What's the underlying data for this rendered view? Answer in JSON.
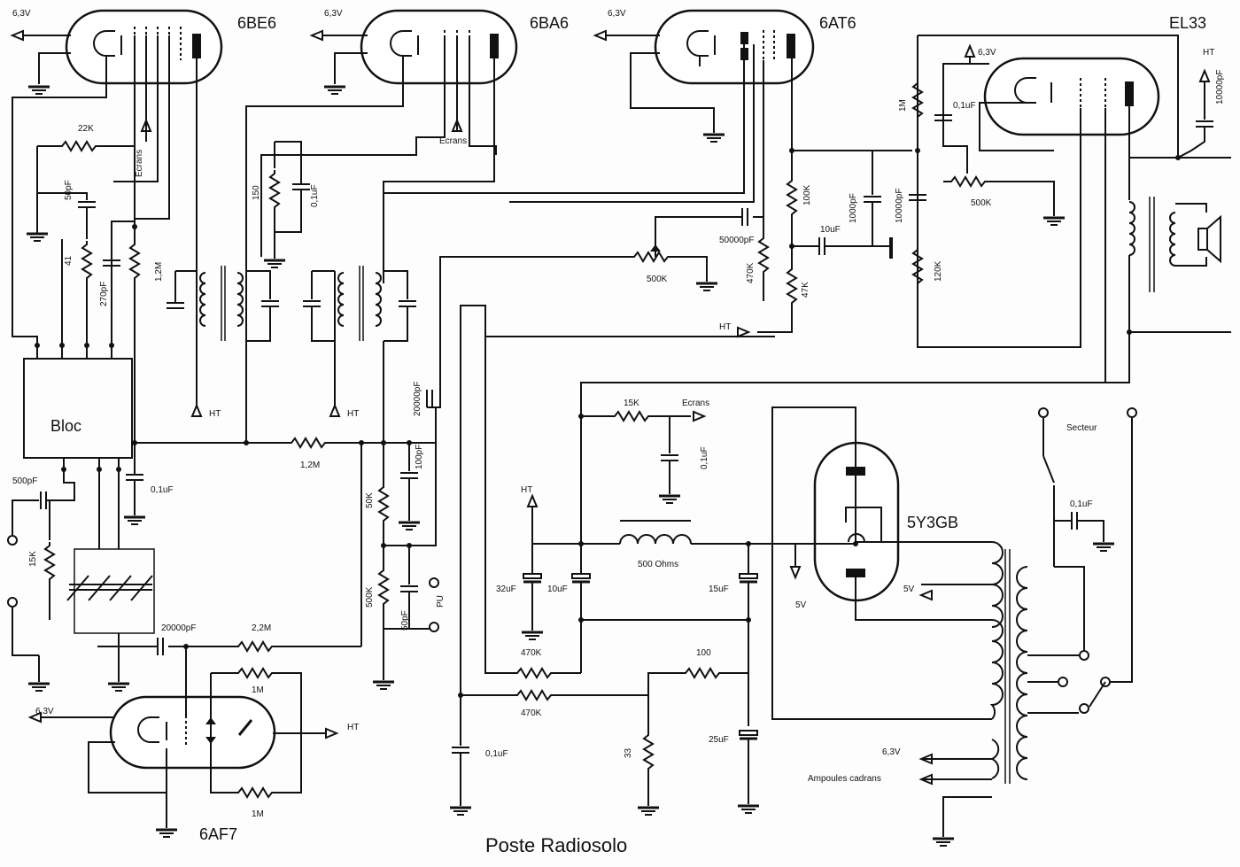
{
  "title": "Poste Radiosolo",
  "tubes": {
    "t1": "6BE6",
    "t2": "6BA6",
    "t3": "6AT6",
    "t4": "EL33",
    "t5": "5Y3GB",
    "t6": "6AF7"
  },
  "block": "Bloc",
  "supply": {
    "v63": "6,3V",
    "ht": "HT",
    "v5": "5V",
    "ecrans": "Ecrans",
    "secteur": "Secteur",
    "pu": "PU",
    "ampoules": "Ampoules cadrans",
    "ohms": "500 Ohms",
    "v5b": "5V"
  },
  "components": {
    "r22k": "22K",
    "c50pf": "50pF",
    "r41": "41",
    "c270pf": "270pF",
    "r12m": "1,2M",
    "c500pf": "500pF",
    "r15k": "15K",
    "c01uf": "0,1uF",
    "r12m_b": "1,2M",
    "r150": "150",
    "c01uf_b": "0,1uF",
    "c20000pf": "20000pF",
    "c100pf": "100pF",
    "r50k": "50K",
    "r500k": "500K",
    "c50pf_b": "50pF",
    "c20000pf_b": "20000pF",
    "r22m": "2,2M",
    "r1m_a": "1M",
    "r1m_b": "1M",
    "c50000pf": "50000pF",
    "r500k_pot": "500K",
    "r470k": "470K",
    "r47k": "47K",
    "r100k": "100K",
    "c10uf": "10uF",
    "c1000pf": "1000pF",
    "c10000pf": "10000pF",
    "r1m_c": "1M",
    "c01uf_c": "0,1uF",
    "r500k_c": "500K",
    "r120k": "120K",
    "c10000pf_b": "10000pF",
    "r15k_b": "15K",
    "c01uf_d": "0,1uF",
    "c32uf": "32uF",
    "c10uf_b": "10uF",
    "c15uf": "15uF",
    "r470k_b": "470K",
    "r470k_c": "470K",
    "r100": "100",
    "c01uf_e": "0,1uF",
    "r33": "33",
    "c25uf": "25uF",
    "c01uf_f": "0,1uF"
  }
}
